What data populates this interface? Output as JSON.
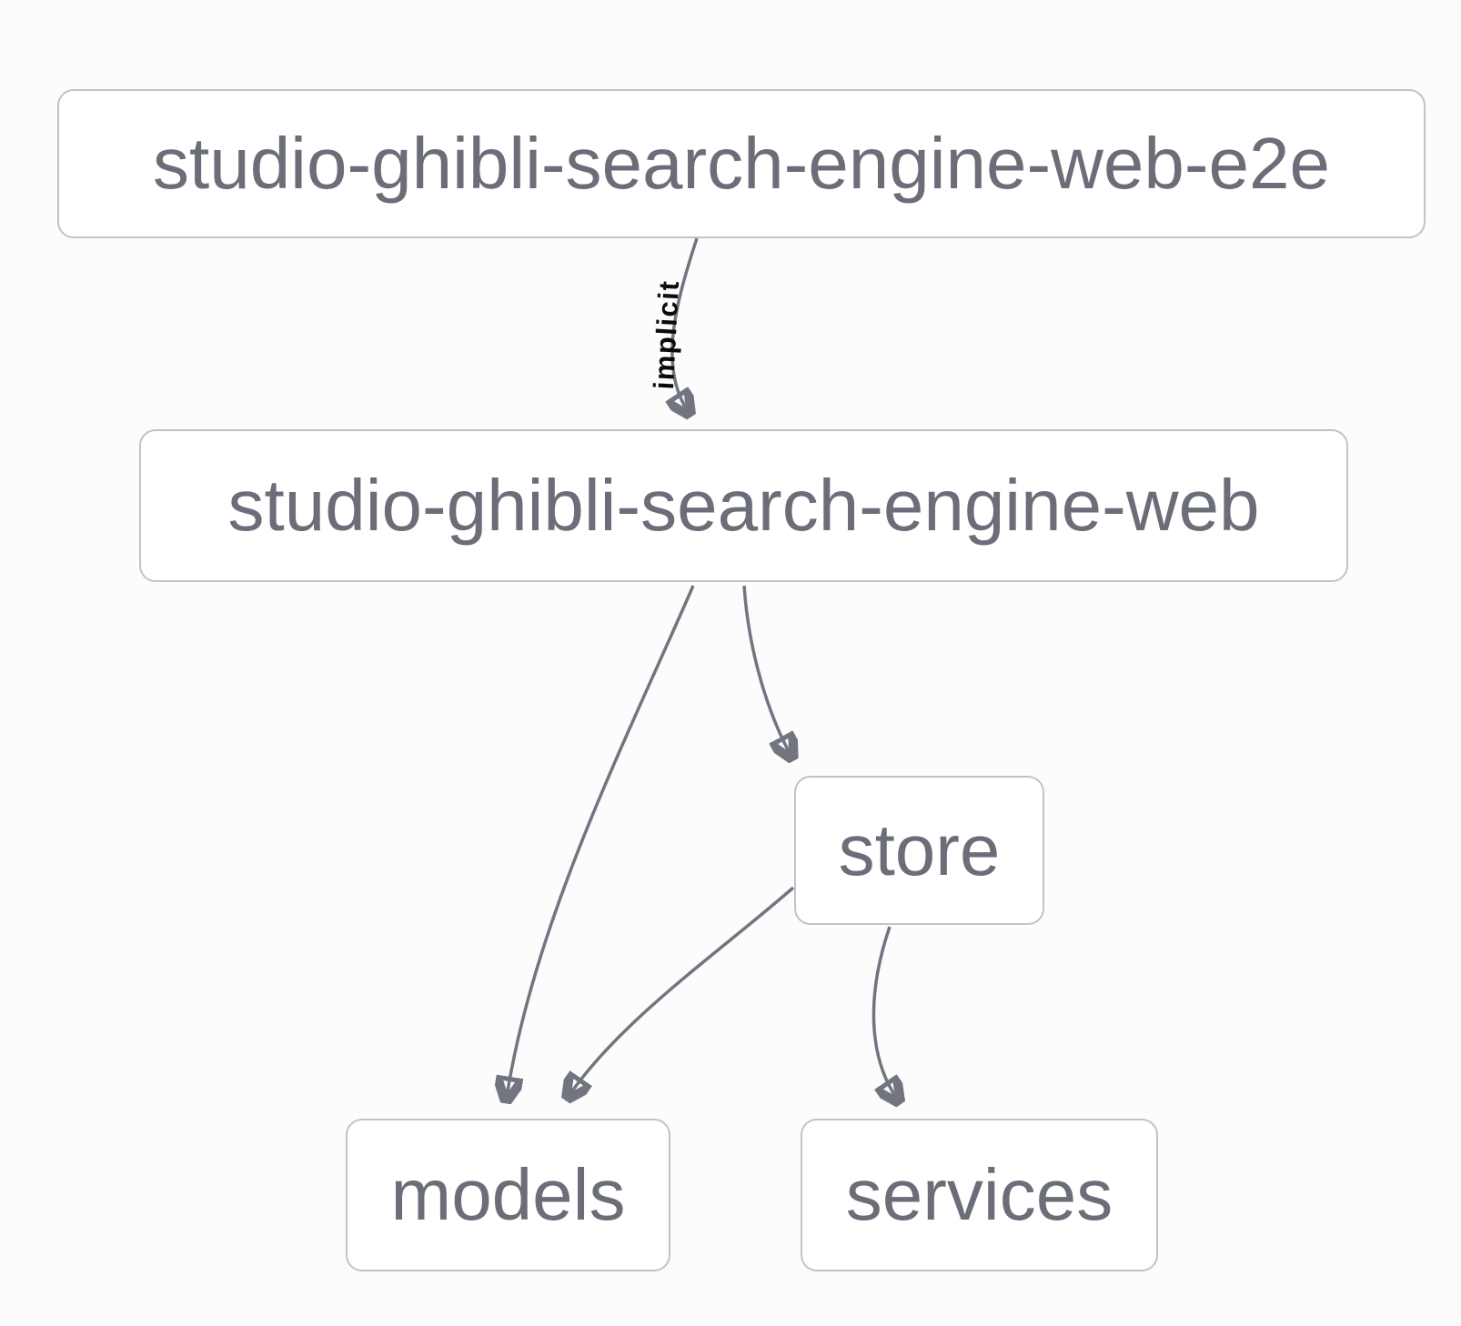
{
  "diagram": {
    "kind": "dependency-graph",
    "colors": {
      "background": "#fcfcfd",
      "node_fill": "#ffffff",
      "node_border": "#c2c3ca",
      "node_text": "#6b6e78",
      "edge_stroke": "#72757f",
      "arrowhead_fill": "#6b6e78",
      "edge_label_text": "#0b0b0c"
    },
    "nodes": [
      {
        "label": "studio-ghibli-search-engine-web-e2e"
      },
      {
        "label": "studio-ghibli-search-engine-web"
      },
      {
        "label": "store"
      },
      {
        "label": "models"
      },
      {
        "label": "services"
      }
    ],
    "edges": [
      {
        "from": "studio-ghibli-search-engine-web-e2e",
        "to": "studio-ghibli-search-engine-web",
        "label": "implicit"
      },
      {
        "from": "studio-ghibli-search-engine-web",
        "to": "models",
        "label": ""
      },
      {
        "from": "studio-ghibli-search-engine-web",
        "to": "store",
        "label": ""
      },
      {
        "from": "store",
        "to": "models",
        "label": ""
      },
      {
        "from": "store",
        "to": "services",
        "label": ""
      }
    ]
  }
}
